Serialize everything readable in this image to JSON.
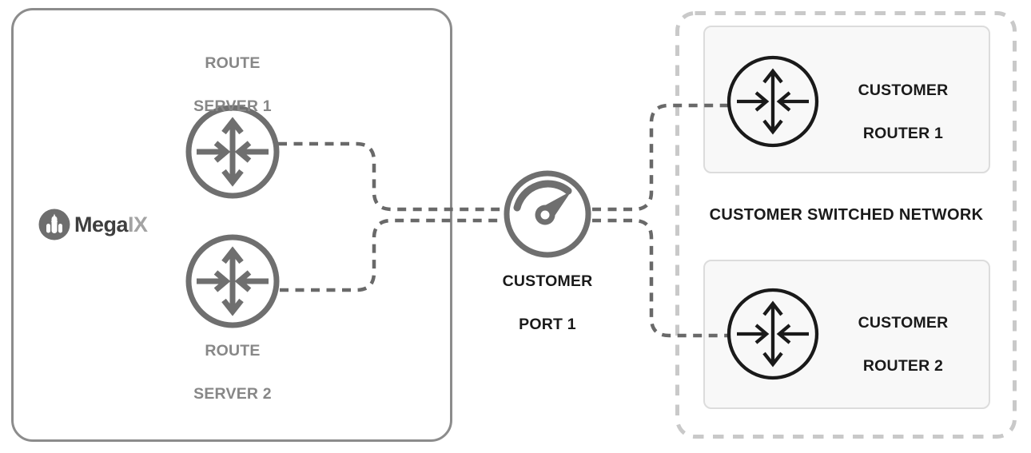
{
  "colors": {
    "gray_stroke": "#6f6f6f",
    "gray_text": "#878787",
    "dark": "#1a1a1a",
    "connector": "#696969",
    "panel_border": "#8c8c8c",
    "outer_dash": "#c9c9c9",
    "router_box_bg": "#f8f8f8",
    "router_box_border": "#dcdcdc",
    "logo_circle": "#6e6e6e",
    "logo_text_primary": "#3e3e3e",
    "logo_text_secondary": "#a3a3a3"
  },
  "megaport_panel": {
    "logo": {
      "primary": "Mega",
      "secondary": "IX"
    },
    "route_server_1": {
      "line1": "ROUTE",
      "line2": "SERVER 1"
    },
    "route_server_2": {
      "line1": "ROUTE",
      "line2": "SERVER 2"
    }
  },
  "customer_port": {
    "line1": "CUSTOMER",
    "line2": "PORT 1"
  },
  "customer_network": {
    "title": "CUSTOMER SWITCHED NETWORK",
    "router_1": {
      "line1": "CUSTOMER",
      "line2": "ROUTER 1"
    },
    "router_2": {
      "line1": "CUSTOMER",
      "line2": "ROUTER 2"
    }
  }
}
